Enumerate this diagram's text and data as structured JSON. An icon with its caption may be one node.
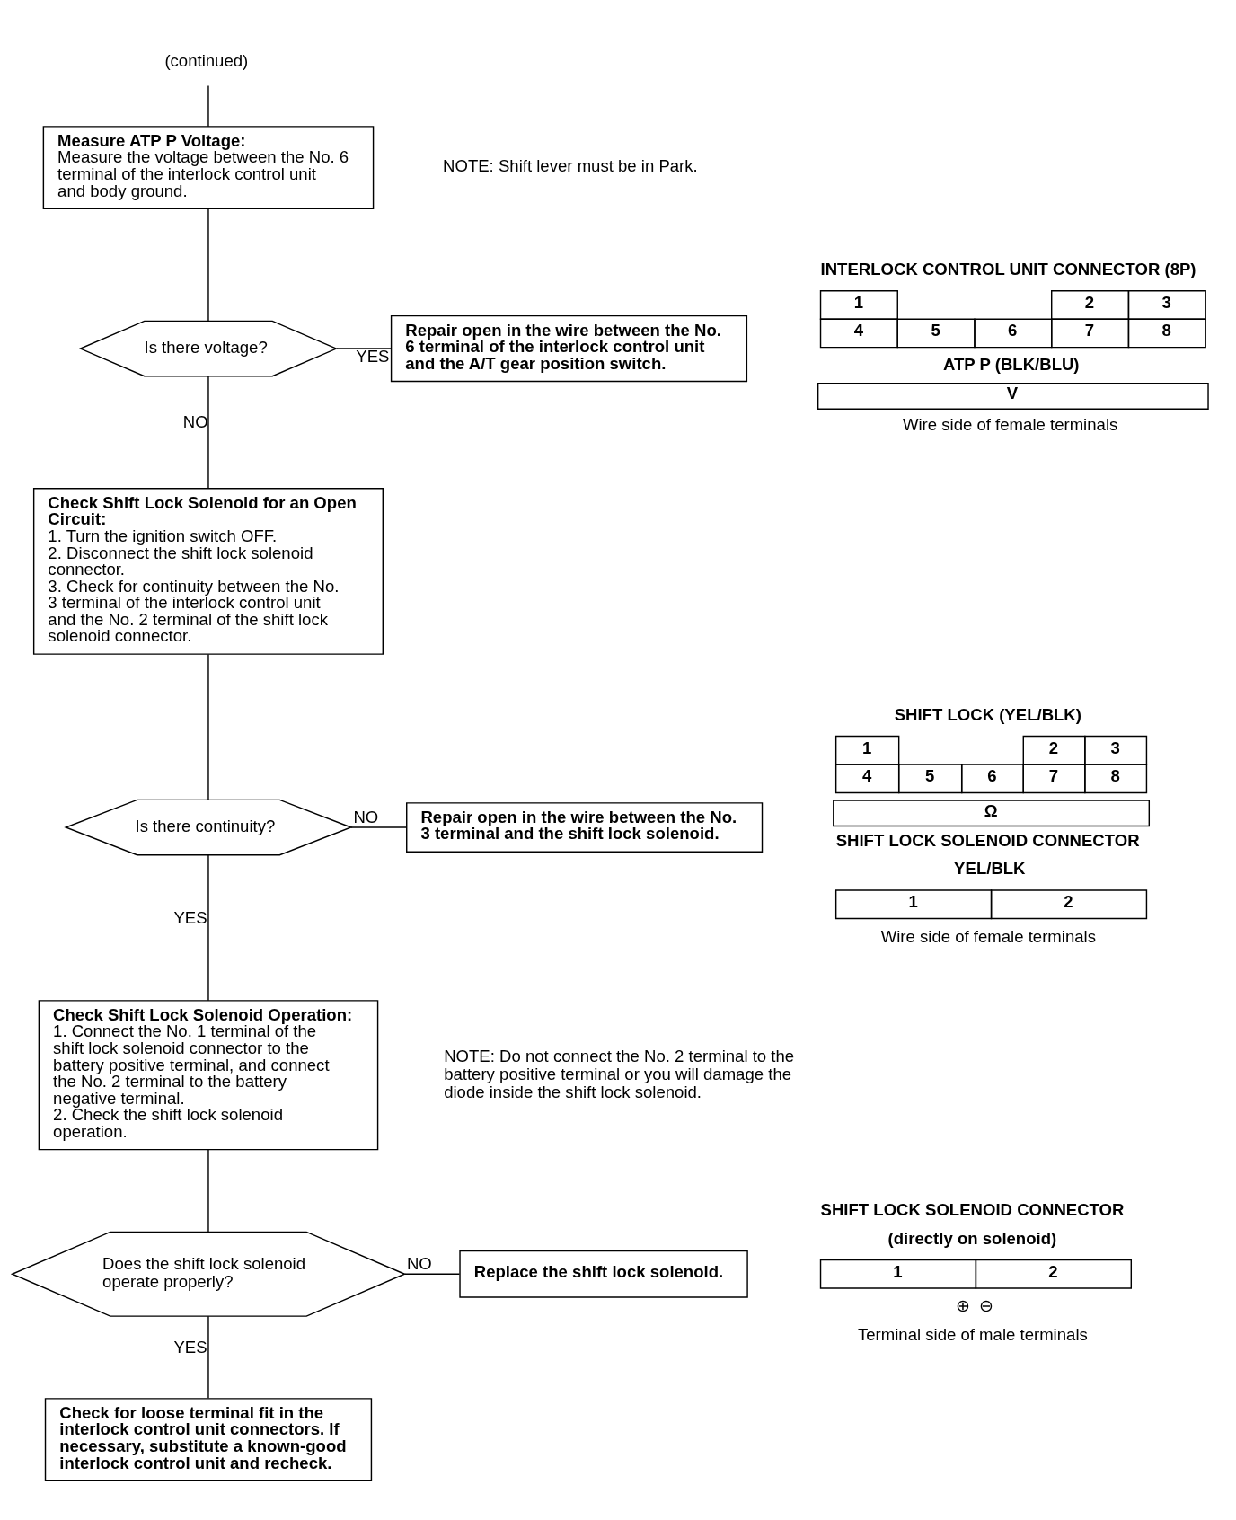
{
  "diagram": {
    "nodes": [
      {
        "text": [
          "(continued)"
        ]
      },
      {
        "text": [
          "Measure ATP P Voltage:",
          "Measure the voltage between the No. 6 terminal of the interlock control unit and body ground."
        ]
      },
      {
        "text": [
          "Is there voltage?"
        ]
      },
      {
        "text": [
          "Repair open in the wire between the No. 6 terminal of the interlock control unit and the A/T gear position switch."
        ]
      },
      {
        "text": [
          "Check Shift Lock Solenoid for an Open Circuit:",
          "1. Turn the ignition switch OFF.",
          "2. Disconnect the shift lock solenoid connector.",
          "3. Check for continuity between the No. 3 terminal of the interlock control unit and the No. 2 terminal of the shift lock solenoid connector."
        ]
      },
      {
        "text": [
          "Is there continuity?"
        ]
      },
      {
        "text": [
          "Repair open in the wire between the No. 3 terminal and the shift lock solenoid."
        ]
      },
      {
        "text": [
          "Check Shift Lock Solenoid Operation:",
          "1. Connect the No. 1 terminal of the shift lock solenoid connector to the battery positive terminal, and connect the No. 2 terminal to the battery negative terminal.",
          "2. Check the shift lock solenoid operation."
        ]
      },
      {
        "text": [
          "Does the shift lock solenoid operate properly?"
        ]
      },
      {
        "text": [
          "Replace the shift lock solenoid."
        ]
      },
      {
        "text": [
          "Check for loose terminal fit in the interlock control unit connectors. If necessary, substitute a known-good interlock control unit and recheck."
        ]
      }
    ],
    "edges": [
      {
        "from": 0,
        "to": 1,
        "arrow": "none"
      },
      {
        "from": 1,
        "to": 2,
        "arrow": "none"
      },
      {
        "from": 2,
        "to": 3,
        "arrow": "none",
        "label": "YES"
      },
      {
        "from": 2,
        "to": 4,
        "arrow": "none",
        "label": "NO"
      },
      {
        "from": 4,
        "to": 5,
        "arrow": "none"
      },
      {
        "from": 5,
        "to": 6,
        "arrow": "none",
        "label": "NO"
      },
      {
        "from": 5,
        "to": 7,
        "arrow": "none",
        "label": "YES"
      },
      {
        "from": 7,
        "to": 8,
        "arrow": "none"
      },
      {
        "from": 8,
        "to": 9,
        "arrow": "none",
        "label": "NO"
      },
      {
        "from": 8,
        "to": 10,
        "arrow": "none",
        "label": "YES"
      }
    ],
    "labels": [
      "NOTE: Shift lever must be in Park.",
      "INTERLOCK CONTROL UNIT CONNECTOR (8P)",
      "1",
      "2",
      "3",
      "4",
      "5",
      "6",
      "7",
      "8",
      "ATP P (BLK/BLU)",
      "V",
      "Wire side of female terminals",
      "SHIFT LOCK (YEL/BLK)",
      "1",
      "2",
      "3",
      "4",
      "5",
      "6",
      "7",
      "8",
      "Ω",
      "SHIFT LOCK SOLENOID CONNECTOR",
      "YEL/BLK",
      "1",
      "2",
      "Wire side of female terminals",
      "NOTE: Do not connect the No. 2 terminal to the battery positive terminal or you will damage the diode inside the shift lock solenoid.",
      "SHIFT LOCK SOLENOID CONNECTOR",
      "(directly on solenoid)",
      "1",
      "2",
      "⊕",
      "⊖",
      "Terminal side of male terminals"
    ]
  }
}
